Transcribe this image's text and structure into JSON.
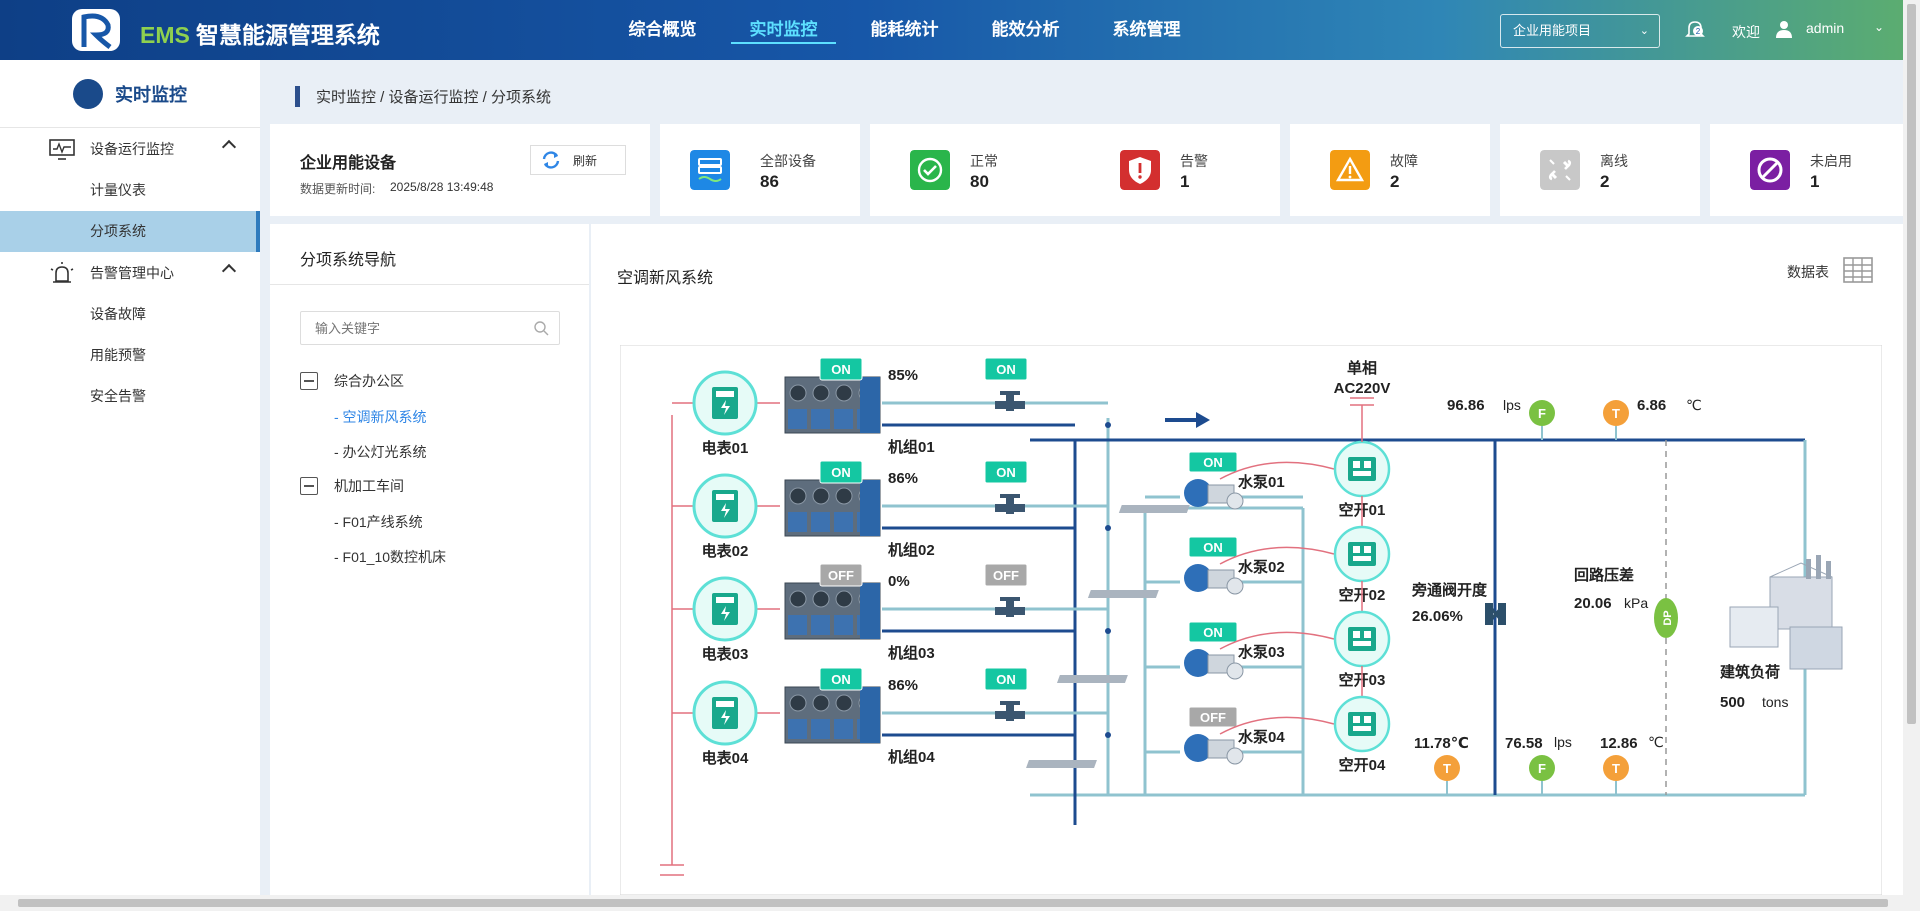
{
  "header": {
    "logo_prefix": "EMS",
    "logo_title": "智慧能源管理系统",
    "nav": [
      "综合概览",
      "实时监控",
      "能耗统计",
      "能效分析",
      "系统管理"
    ],
    "project": "企业用能项目",
    "notifications": "2",
    "welcome": "欢迎",
    "user": "admin"
  },
  "sidebar": {
    "title": "实时监控",
    "groups": [
      {
        "label": "设备运行监控",
        "items": [
          "计量仪表",
          "分项系统"
        ]
      },
      {
        "label": "告警管理中心",
        "items": [
          "设备故障",
          "用能预警",
          "安全告警"
        ]
      }
    ]
  },
  "breadcrumb": "实时监控 / 设备运行监控 / 分项系统",
  "summary": {
    "title": "企业用能设备",
    "updated_label": "数据更新时间:",
    "updated_time": "2025/8/28 13:49:48",
    "refresh": "刷新",
    "stats": [
      {
        "label": "全部设备",
        "value": "86",
        "color": "#1e88e5"
      },
      {
        "label": "正常",
        "value": "80",
        "color": "#2ab54b"
      },
      {
        "label": "告警",
        "value": "1",
        "color": "#d32f2f"
      },
      {
        "label": "故障",
        "value": "2",
        "color": "#f39c12"
      },
      {
        "label": "离线",
        "value": "2",
        "color": "#c8c8c8"
      },
      {
        "label": "未启用",
        "value": "1",
        "color": "#7b1fa2"
      }
    ]
  },
  "tree": {
    "title": "分项系统导航",
    "search_placeholder": "输入关键字",
    "nodes": [
      {
        "label": "综合办公区",
        "children": [
          "- 空调新风系统",
          "- 办公灯光系统"
        ]
      },
      {
        "label": "机加工车间",
        "children": [
          "- F01产线系统",
          "- F01_10数控机床"
        ]
      }
    ]
  },
  "diagram": {
    "title": "空调新风系统",
    "datatable": "数据表",
    "supply_label_1": "单相",
    "supply_label_2": "AC220V",
    "meters": [
      "电表01",
      "电表02",
      "电表03",
      "电表04"
    ],
    "units": [
      {
        "name": "机组01",
        "state": "ON",
        "load": "85%",
        "valve": "ON"
      },
      {
        "name": "机组02",
        "state": "ON",
        "load": "86%",
        "valve": "ON"
      },
      {
        "name": "机组03",
        "state": "OFF",
        "load": "0%",
        "valve": "OFF"
      },
      {
        "name": "机组04",
        "state": "ON",
        "load": "86%",
        "valve": "ON"
      }
    ],
    "pumps": [
      {
        "name": "水泵01",
        "state": "ON",
        "breaker": "空开01"
      },
      {
        "name": "水泵02",
        "state": "ON",
        "breaker": "空开02"
      },
      {
        "name": "水泵03",
        "state": "ON",
        "breaker": "空开03"
      },
      {
        "name": "水泵04",
        "state": "OFF",
        "breaker": "空开04"
      }
    ],
    "flow_top": "96.86",
    "flow_top_unit": "lps",
    "temp_top": "6.86",
    "temp_top_unit": "℃",
    "bypass_label": "旁通阀开度",
    "bypass_value": "26.06%",
    "dp_label": "回路压差",
    "dp_value": "20.06",
    "dp_unit": "kPa",
    "load_label": "建筑负荷",
    "load_value": "500",
    "load_unit": "tons",
    "temp_bottom_1": "11.78℃",
    "flow_bottom": "76.58",
    "flow_bottom_unit": "lps",
    "temp_bottom_2": "12.86",
    "temp_bottom_2_unit": "℃",
    "on_color": "#14c7a2",
    "off_color": "#a8a8a8",
    "pipe_dark": "#1d4b8f",
    "pipe_light": "#8fc3cf",
    "power_line": "#e2717f"
  }
}
